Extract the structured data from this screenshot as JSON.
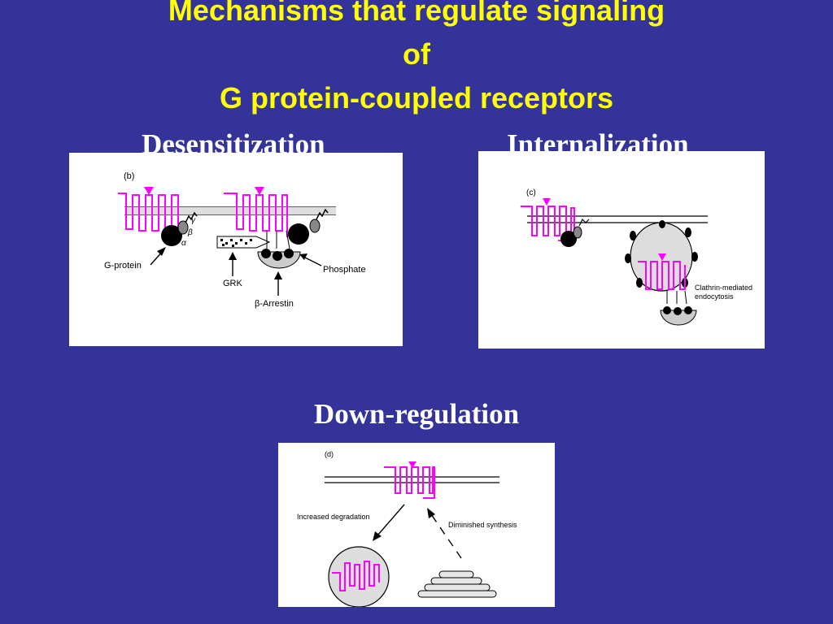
{
  "slide": {
    "title_line1": "Mechanisms that regulate signaling",
    "title_line2": "of",
    "title_line3": "G protein-coupled receptors",
    "colors": {
      "background": "#333399",
      "title": "#ffff00",
      "heading": "#ffffff",
      "receptor": "#ff00ff"
    }
  },
  "desensitization": {
    "heading": "Desensitization",
    "panel_label": "(b)",
    "gamma": "γ",
    "beta": "β",
    "alpha": "α",
    "gprotein_label": "G-protein",
    "grk_label": "GRK",
    "arrestin_label": "β-Arrestin",
    "phosphate_label": "Phosphate"
  },
  "internalization": {
    "heading": "Internalization",
    "panel_label": "(c)",
    "clathrin_line1": "Clathrin-mediated",
    "clathrin_line2": "endocytosis"
  },
  "downregulation": {
    "heading": "Down-regulation",
    "panel_label": "(d)",
    "degradation_label": "Increased degradation",
    "synthesis_label": "Diminished synthesis"
  }
}
